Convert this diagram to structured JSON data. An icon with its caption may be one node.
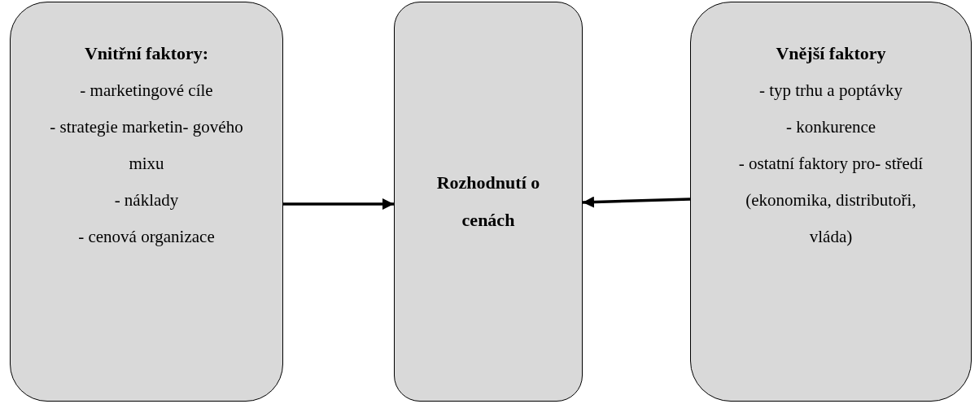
{
  "diagram": {
    "nodes": [
      {
        "text": [
          "Vnitřní faktory:",
          "- marketingové cíle",
          "- strategie marketin- gového mixu",
          "- náklady",
          "- cenová organizace"
        ]
      },
      {
        "text": [
          "Rozhodnutí o cenách"
        ]
      },
      {
        "text": [
          "Vnější faktory",
          "- typ trhu a poptávky",
          "- konkurence",
          "- ostatní faktory pro- středí (ekonomika, distributoři, vláda)"
        ]
      }
    ],
    "edges": [
      {
        "from": 0,
        "to": 1,
        "arrow": "to"
      },
      {
        "from": 2,
        "to": 1,
        "arrow": "to"
      }
    ]
  }
}
